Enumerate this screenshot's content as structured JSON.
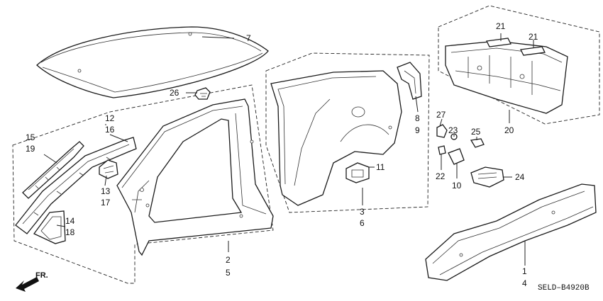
{
  "callouts": {
    "c1": "1",
    "c2": "2",
    "c3": "3",
    "c4": "4",
    "c5": "5",
    "c6": "6",
    "c7": "7",
    "c8": "8",
    "c9": "9",
    "c10": "10",
    "c11": "11",
    "c12": "12",
    "c13": "13",
    "c14": "14",
    "c15": "15",
    "c16": "16",
    "c17": "17",
    "c18": "18",
    "c19": "19",
    "c20": "20",
    "c21a": "21",
    "c21b": "21",
    "c22": "22",
    "c23": "23",
    "c24": "24",
    "c25": "25",
    "c26": "26",
    "c27": "27"
  },
  "direction_marker": "FR.",
  "diagram_code": "SELD–B4920B"
}
